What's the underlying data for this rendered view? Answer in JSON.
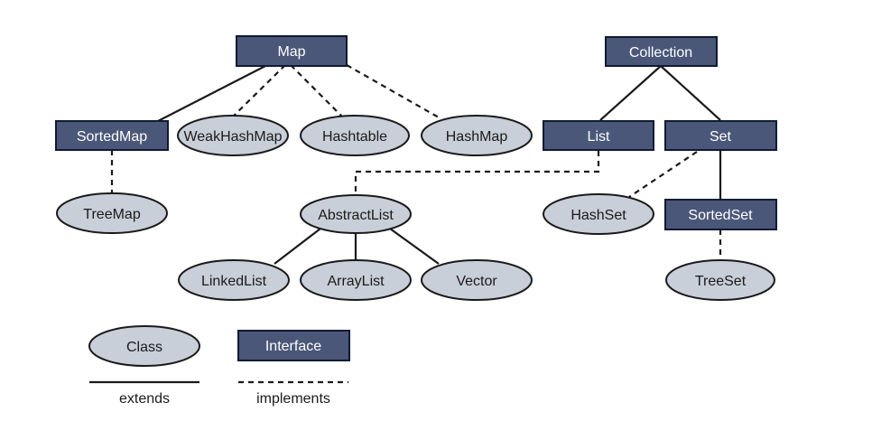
{
  "nodes": {
    "map": "Map",
    "collection": "Collection",
    "sorted_map": "SortedMap",
    "weak_hash_map": "WeakHashMap",
    "hashtable": "Hashtable",
    "hash_map": "HashMap",
    "list": "List",
    "set": "Set",
    "tree_map": "TreeMap",
    "abstract_list": "AbstractList",
    "hash_set": "HashSet",
    "sorted_set": "SortedSet",
    "linked_list": "LinkedList",
    "array_list": "ArrayList",
    "vector": "Vector",
    "tree_set": "TreeSet"
  },
  "legend": {
    "class_label": "Class",
    "interface_label": "Interface",
    "extends_label": "extends",
    "implements_label": "implements"
  },
  "colors": {
    "interface_fill": "#4a5778",
    "class_fill": "#c9cfd8",
    "line": "#1a1a1a"
  }
}
